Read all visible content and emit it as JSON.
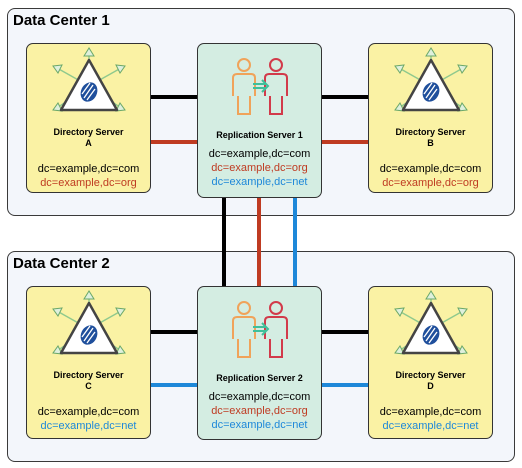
{
  "data_centers": [
    {
      "title": "Data Center 1",
      "servers": [
        {
          "name": "Directory Server",
          "id": "A",
          "domains": [
            "dc=example,dc=com",
            "dc=example,dc=org"
          ]
        },
        {
          "name": "Replication Server 1",
          "domains": [
            "dc=example,dc=com",
            "dc=example,dc=org",
            "dc=example,dc=net"
          ]
        },
        {
          "name": "Directory Server",
          "id": "B",
          "domains": [
            "dc=example,dc=com",
            "dc=example,dc=org"
          ]
        }
      ]
    },
    {
      "title": "Data Center 2",
      "servers": [
        {
          "name": "Directory Server",
          "id": "C",
          "domains": [
            "dc=example,dc=com",
            "dc=example,dc=net"
          ]
        },
        {
          "name": "Replication Server 2",
          "domains": [
            "dc=example,dc=com",
            "dc=example,dc=org",
            "dc=example,dc=net"
          ]
        },
        {
          "name": "Directory Server",
          "id": "D",
          "domains": [
            "dc=example,dc=com",
            "dc=example,dc=net"
          ]
        }
      ]
    }
  ],
  "colors": {
    "com": "#000000",
    "org": "#bf3b22",
    "net": "#1e88d9",
    "directory_server_bg": "#faf2a4",
    "replication_server_bg": "#d4ede2",
    "data_center_bg": "#f3f6fb"
  }
}
